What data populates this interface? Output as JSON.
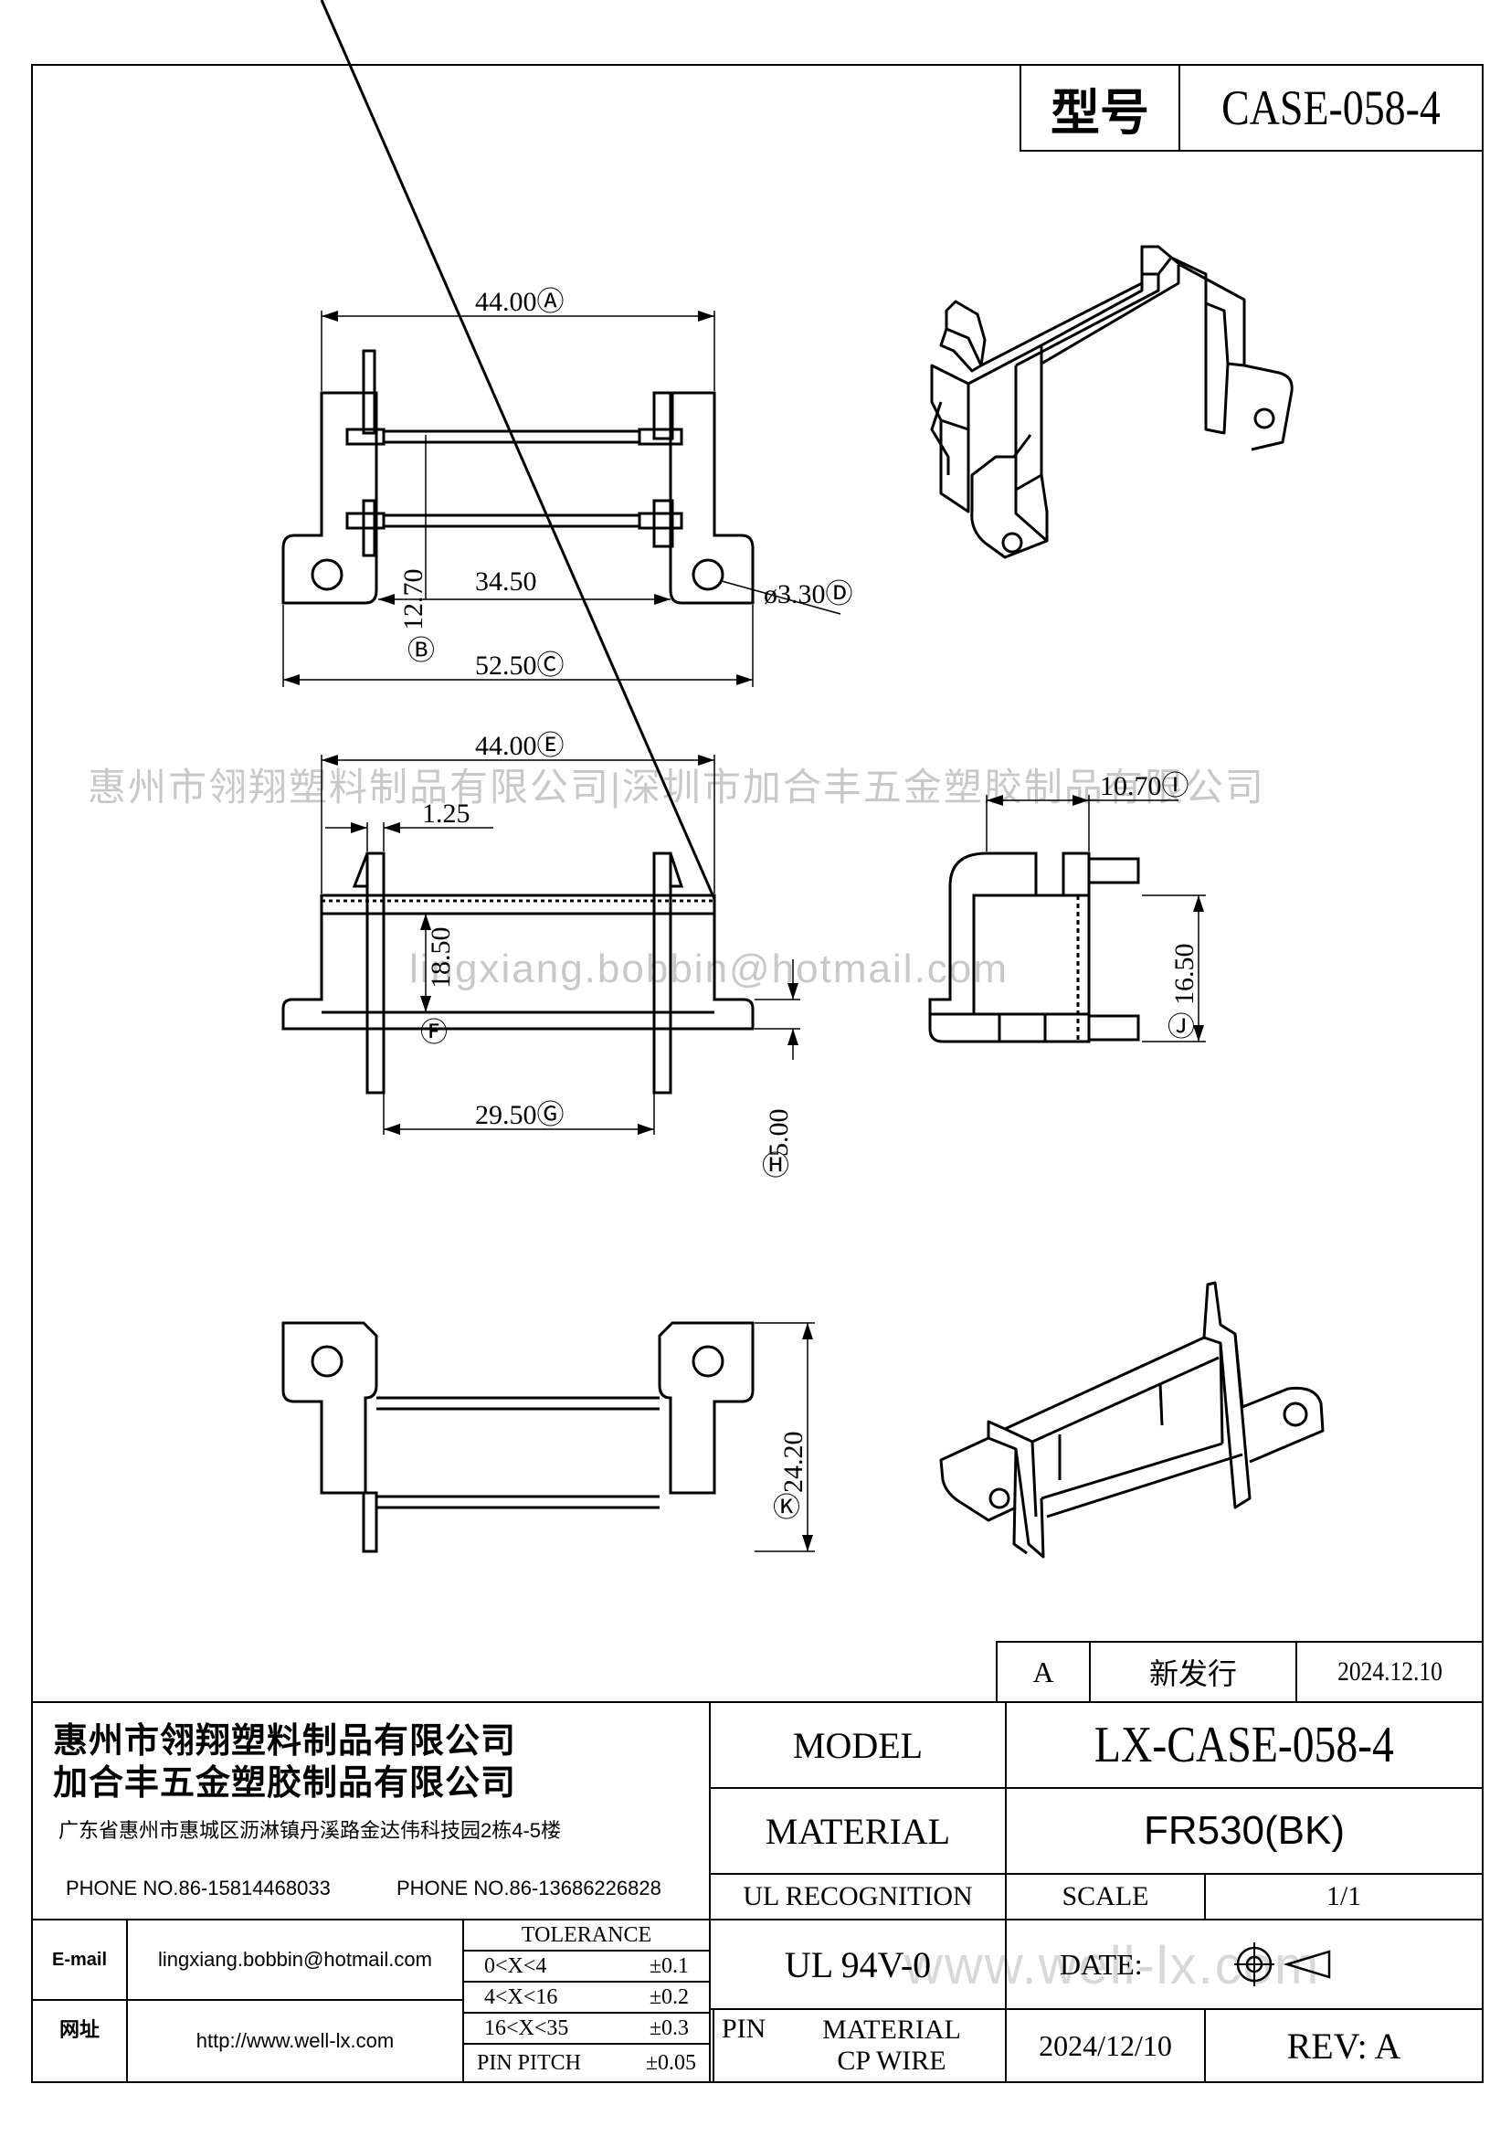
{
  "header": {
    "model_label": "型号",
    "model_value": "CASE-058-4"
  },
  "watermark": {
    "company": "惠州市翎翔塑料制品有限公司|深圳市加合丰五金塑胶制品有限公司",
    "email": "lingxiang.bobbin@hotmail.com",
    "site": "www.well-lx.com"
  },
  "dimensions": {
    "top_width": "44.00Ⓐ",
    "top_height": "12.70",
    "top_height_tag": "Ⓑ",
    "top_span": "34.50",
    "top_overall": "52.50Ⓒ",
    "hole": "ø3.30Ⓓ",
    "front_width": "44.00Ⓔ",
    "flange": "1.25",
    "core_height": "18.50",
    "core_height_tag": "Ⓕ",
    "core_length": "29.50Ⓖ",
    "foot_height": "5.00",
    "foot_height_tag": "Ⓗ",
    "side_width": "10.70Ⓘ",
    "side_height": "16.50",
    "side_height_tag": "Ⓙ",
    "bottom_height": "24.20",
    "bottom_height_tag": "Ⓚ"
  },
  "revision": {
    "rev": "A",
    "note": "新发行",
    "date": "2024.12.10"
  },
  "company": {
    "name1": "惠州市翎翔塑料制品有限公司",
    "name2": "加合丰五金塑胶制品有限公司",
    "address": "广东省惠州市惠城区沥淋镇丹溪路金达伟科技园2栋4-5楼",
    "phone1": "PHONE NO.86-15814468033",
    "phone2": "PHONE NO.86-13686226828",
    "email_label": "E-mail",
    "email": "lingxiang.bobbin@hotmail.com",
    "web_label": "网址",
    "web": "http://www.well-lx.com"
  },
  "tolerance": {
    "title": "TOLERANCE",
    "rows": [
      {
        "range": "0<X<4",
        "tol": "±0.1"
      },
      {
        "range": "4<X<16",
        "tol": "±0.2"
      },
      {
        "range": "16<X<35",
        "tol": "±0.3"
      },
      {
        "range": "PIN PITCH",
        "tol": "±0.05"
      }
    ]
  },
  "titleblock": {
    "model_label": "MODEL",
    "model_value": "LX-CASE-058-4",
    "material_label": "MATERIAL",
    "material_value": "FR530(BK)",
    "ul_label": "UL RECOGNITION",
    "ul_value": "UL 94V-0",
    "scale_label": "SCALE",
    "scale_value": "1/1",
    "date_label": "DATE:",
    "date_value": "2024/12/10",
    "pin_label": "PIN",
    "pin_material_label": "MATERIAL",
    "pin_material_value": "CP WIRE",
    "rev_label": "REV: A"
  }
}
